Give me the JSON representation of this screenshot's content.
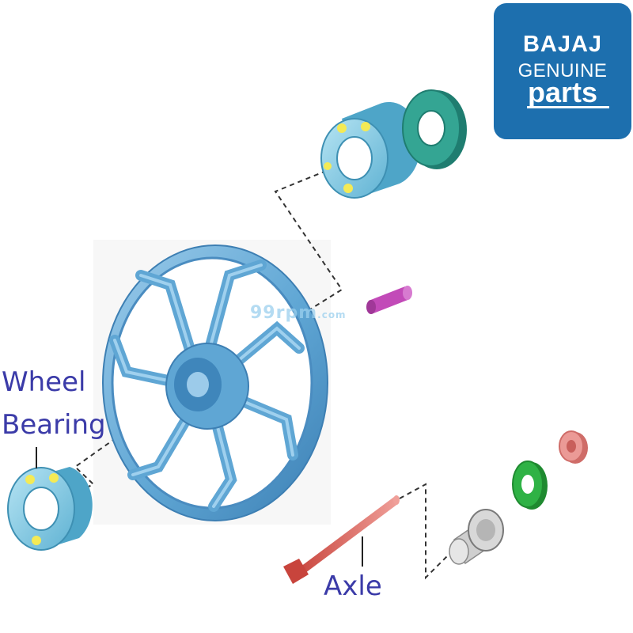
{
  "labels": {
    "wheel": "Wheel",
    "bearing": "Bearing",
    "axle": "Axle"
  },
  "logo": {
    "brand": "BAJAJ",
    "genuine": "GENUINE",
    "parts": "parts",
    "background_color": "#1d6fae"
  },
  "watermark": {
    "main": "99rpm",
    "suffix": ".com"
  },
  "colors": {
    "label_text": "#3b3ba8",
    "wheel": "#5fa6d4",
    "bearing": "#74c3df",
    "seal": "#2f9f90",
    "axle": "#d9675e",
    "spacer": "#d9675e",
    "washer": "#22a13a",
    "nut": "#e88a86",
    "bolt": "#b8b8b8"
  }
}
